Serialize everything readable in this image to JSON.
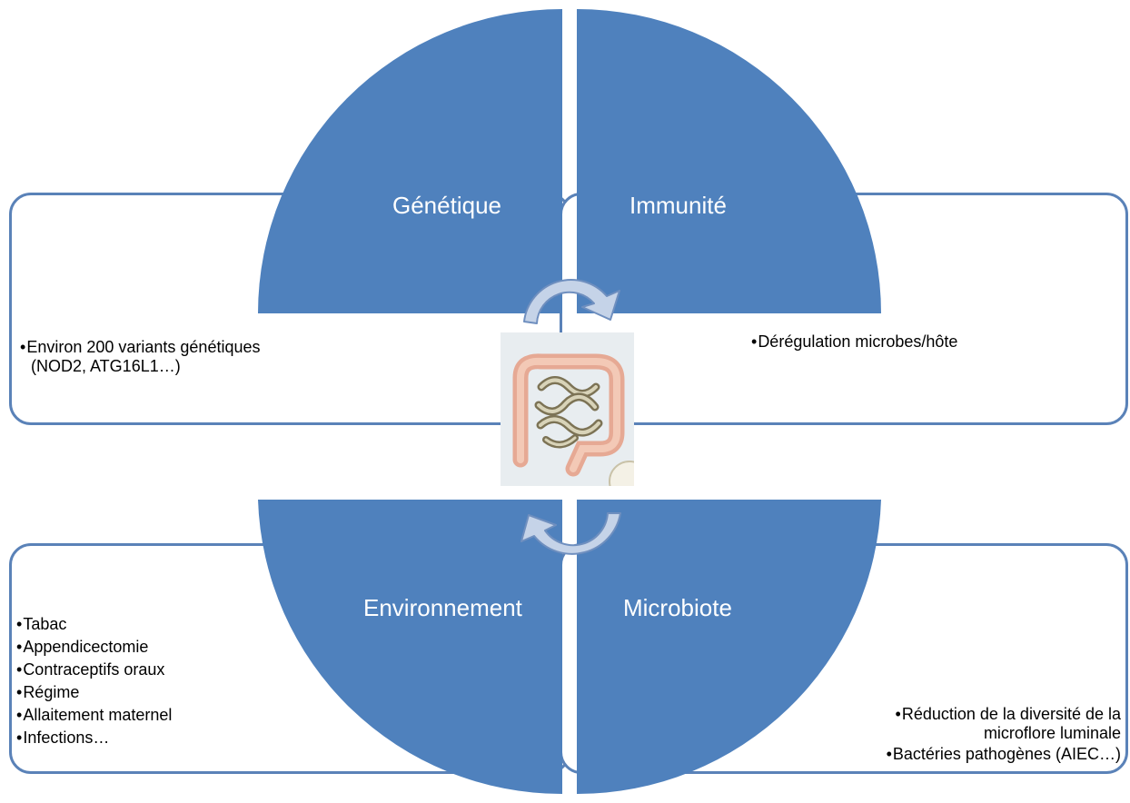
{
  "quadrants": {
    "genetique": {
      "label": "Génétique"
    },
    "immunite": {
      "label": "Immunité"
    },
    "environnement": {
      "label": "Environnement"
    },
    "microbiote": {
      "label": "Microbiote"
    }
  },
  "panels": {
    "top_left": {
      "items": [
        {
          "bullet": "•",
          "line1": "Environ 200 variants génétiques",
          "line2": "(NOD2, ATG16L1…)"
        }
      ]
    },
    "top_right": {
      "items": [
        {
          "bullet": "•",
          "line1": "Dérégulation microbes/hôte"
        }
      ]
    },
    "bottom_left": {
      "items": [
        {
          "bullet": "•",
          "text": "Tabac"
        },
        {
          "bullet": "•",
          "text": "Appendicectomie"
        },
        {
          "bullet": "•",
          "text": "Contraceptifs oraux"
        },
        {
          "bullet": "•",
          "text": "Régime"
        },
        {
          "bullet": "•",
          "text": "Allaitement maternel"
        },
        {
          "bullet": "•",
          "text": "Infections…"
        }
      ]
    },
    "bottom_right": {
      "items": [
        {
          "bullet": "•",
          "line1": "Réduction de la diversité de la",
          "line2": "microflore luminale"
        },
        {
          "bullet": "•",
          "line1": "Bactéries pathogènes (AIEC…)"
        }
      ]
    }
  },
  "colors": {
    "quadrant_fill": "#4F81BD",
    "panel_border": "#5A82B8",
    "arrow_fill": "#C5D3E8",
    "arrow_stroke": "#6F8FBF"
  },
  "center_image": {
    "icon": "intestine-illustration"
  }
}
